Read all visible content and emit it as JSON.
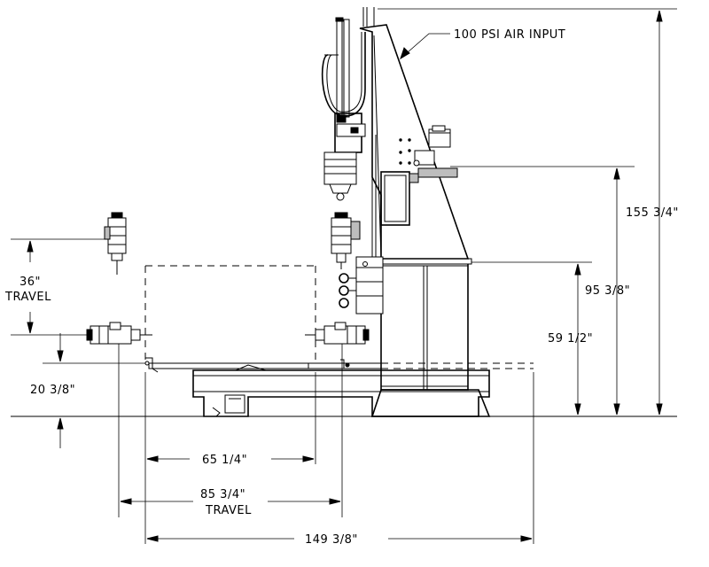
{
  "callouts": {
    "air_input": "100 PSI AIR INPUT"
  },
  "dimensions": {
    "overall_height": "155 3/4\"",
    "column_height": "95 3/8\"",
    "base_height": "59 1/2\"",
    "table_height": "20 3/8\"",
    "vertical_travel_value": "36\"",
    "vertical_travel_label": "TRAVEL",
    "table_width": "65 1/4\"",
    "horizontal_travel_value": "85 3/4\"",
    "horizontal_travel_label": "TRAVEL",
    "overall_width": "149 3/8\""
  }
}
